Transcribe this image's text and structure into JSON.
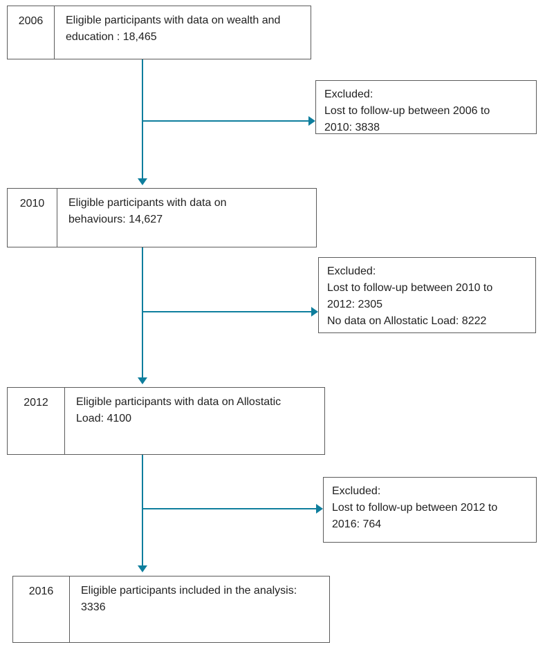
{
  "diagram": {
    "steps": [
      {
        "year": "2006",
        "label": "Eligible participants with data on wealth and\neducation : 18,465"
      },
      {
        "year": "2010",
        "label": "Eligible participants with data on\nbehaviours: 14,627"
      },
      {
        "year": "2012",
        "label": "Eligible participants with data on Allostatic\nLoad: 4100"
      },
      {
        "year": "2016",
        "label": "Eligible participants included in the analysis:\n3336"
      }
    ],
    "exclusions": [
      {
        "title": "Excluded:",
        "items": [
          "Lost to follow-up between 2006 to\n2010: 3838"
        ]
      },
      {
        "title": "Excluded:",
        "items": [
          "Lost to follow-up between 2010 to\n2012: 2305",
          "No data on Allostatic Load: 8222"
        ]
      },
      {
        "title": "Excluded:",
        "items": [
          "Lost to follow-up between 2012 to\n2016: 764"
        ]
      }
    ],
    "colors": {
      "arrow": "#0e7e9d",
      "box_border": "#5a5a5a",
      "text": "#212121"
    }
  }
}
